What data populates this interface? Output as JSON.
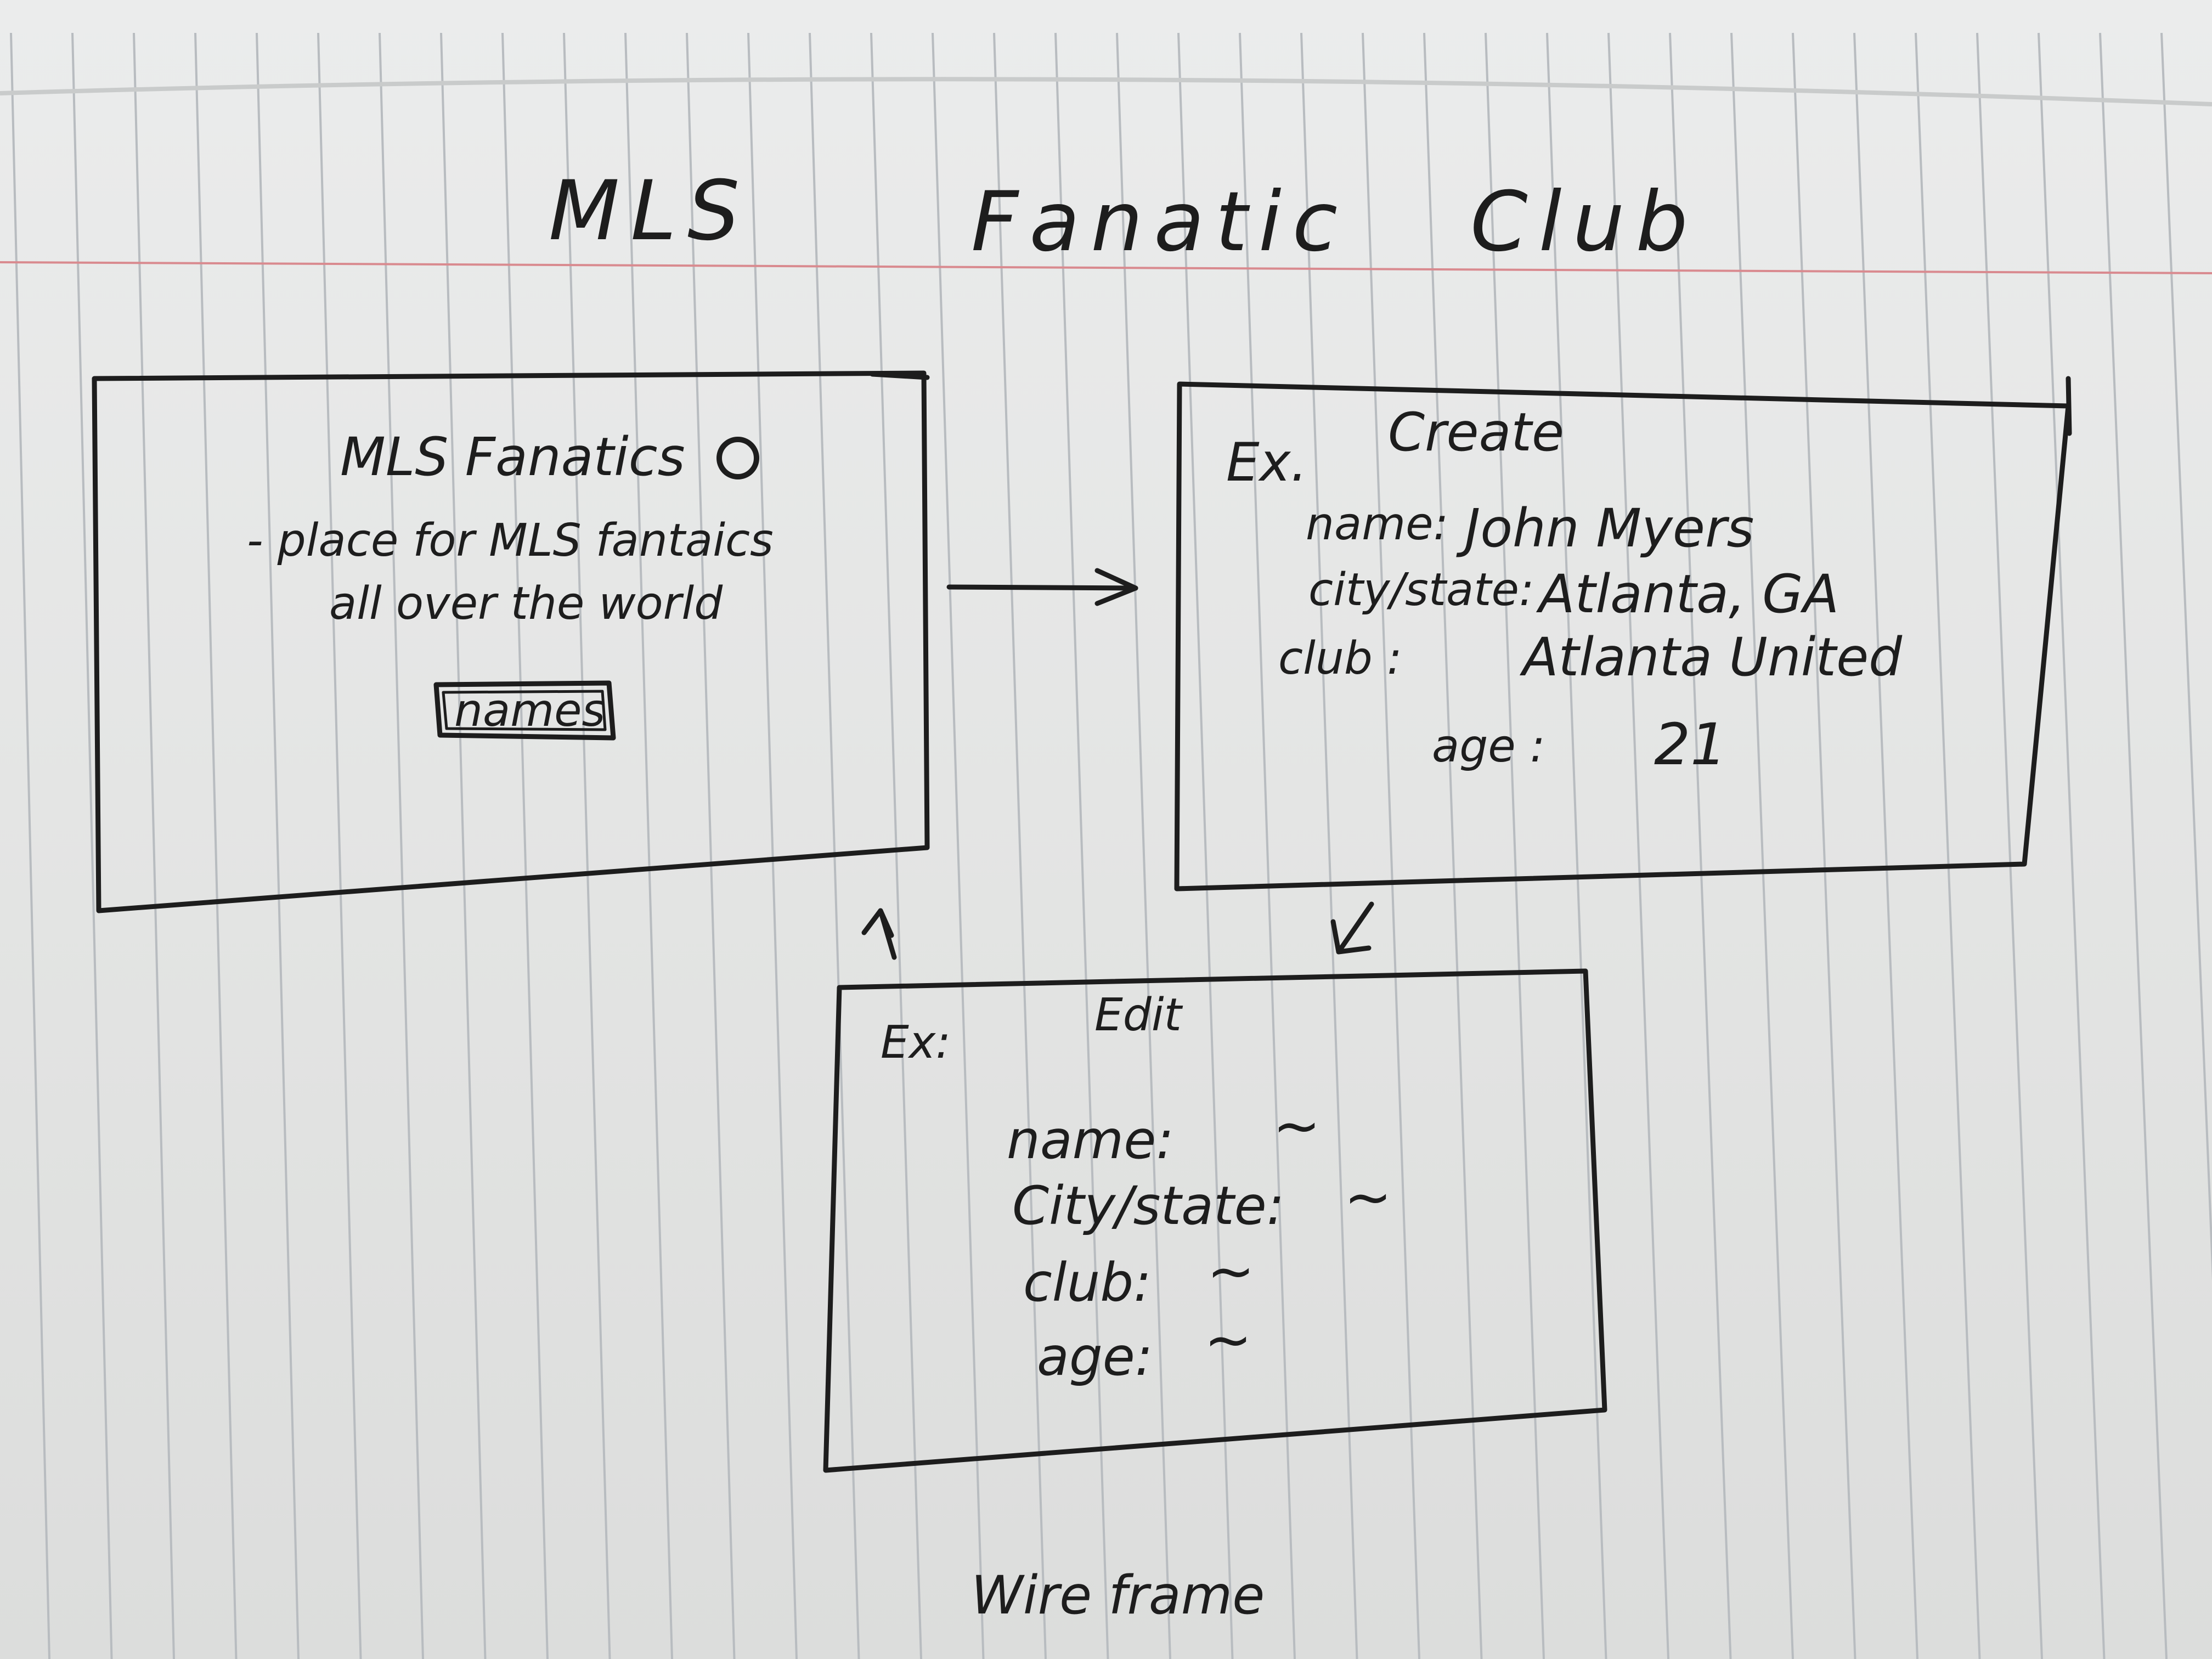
{
  "title": {
    "word1": "MLS",
    "word2": "Fanatic",
    "word3": "Club"
  },
  "home_box": {
    "heading": "MLS Fanatics",
    "line1": "- place for MLS fantaics",
    "line2": "all over the world",
    "button_label": "names"
  },
  "create_box": {
    "prefix": "Ex.",
    "heading": "Create",
    "fields": [
      {
        "label": "name:",
        "value": "John Myers"
      },
      {
        "label": "city/state:",
        "value": "Atlanta, GA"
      },
      {
        "label": "club :",
        "value": "Atlanta United"
      },
      {
        "label": "age :",
        "value": "21"
      }
    ]
  },
  "edit_box": {
    "prefix": "Ex:",
    "heading": "Edit",
    "fields": [
      {
        "label": "name:",
        "value": "~"
      },
      {
        "label": "City/state:",
        "value": "~"
      },
      {
        "label": "club:",
        "value": "~"
      },
      {
        "label": "age:",
        "value": "~"
      }
    ]
  },
  "footer": "Wire frame",
  "colors": {
    "paper": "#e6e7e6",
    "rule_line": "#b8bcc0",
    "margin_line": "#d98a8f",
    "ink": "#1d1d1d"
  }
}
